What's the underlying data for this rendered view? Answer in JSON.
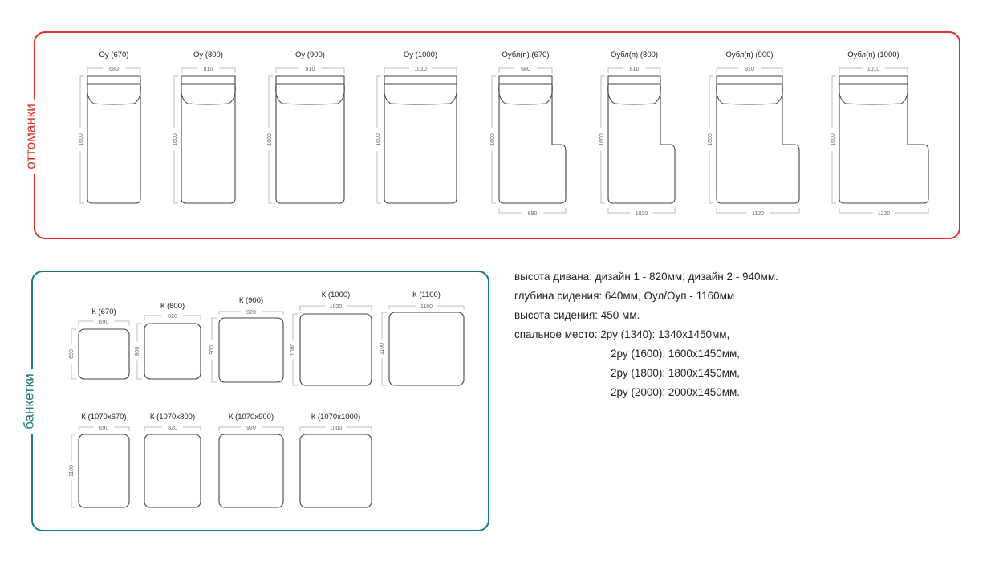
{
  "ottomans": {
    "section_label": "оттоманки",
    "items": [
      {
        "title": "Оу (670)",
        "width": "680",
        "height": "1600"
      },
      {
        "title": "Оу (800)",
        "width": "810",
        "height": "1600"
      },
      {
        "title": "Оу (900)",
        "width": "910",
        "height": "1600"
      },
      {
        "title": "Оу (1000)",
        "width": "1010",
        "height": "1600"
      },
      {
        "title": "Oубл(п) (670)",
        "width": "680",
        "height": "1600",
        "bottom_width": "890"
      },
      {
        "title": "Oубл(п) (800)",
        "width": "810",
        "height": "1600",
        "bottom_width": "1020"
      },
      {
        "title": "Oубл(п) (900)",
        "width": "910",
        "height": "1600",
        "bottom_width": "1120"
      },
      {
        "title": "Oубл(п) (1000)",
        "width": "1010",
        "height": "1600",
        "bottom_width": "1220"
      }
    ]
  },
  "banquettes": {
    "section_label": "банкетки",
    "items": [
      {
        "title": "К (670)",
        "width": "690",
        "height": "690"
      },
      {
        "title": "К (800)",
        "width": "820",
        "height": "800"
      },
      {
        "title": "К (900)",
        "width": "920",
        "height": "900"
      },
      {
        "title": "К (1000)",
        "width": "1020",
        "height": "1000"
      },
      {
        "title": "К (1100)",
        "width": "1100",
        "height": "1100"
      },
      {
        "title": "К (1070x670)",
        "width": "690",
        "height": "1100"
      },
      {
        "title": "К (1070x800)",
        "width": "820"
      },
      {
        "title": "К (1070x900)",
        "width": "920"
      },
      {
        "title": "К (1070x1000)",
        "width": "1000"
      }
    ]
  },
  "specs": [
    "высота дивана: дизайн 1 - 820мм; дизайн 2 - 940мм.",
    "глубина сидения: 640мм, Оул/Оуп - 1160мм",
    "высота сидения: 450 мм.",
    "спальное место: 2ру (1340): 1340x1450мм,",
    "2ру (1600):  1600x1450мм,",
    "2ру (1800):  1800x1450мм,",
    "2ру (2000):  2000x1450мм."
  ],
  "colors": {
    "ottoman_frame": "#e0342a",
    "banquette_frame": "#1d7a80"
  }
}
